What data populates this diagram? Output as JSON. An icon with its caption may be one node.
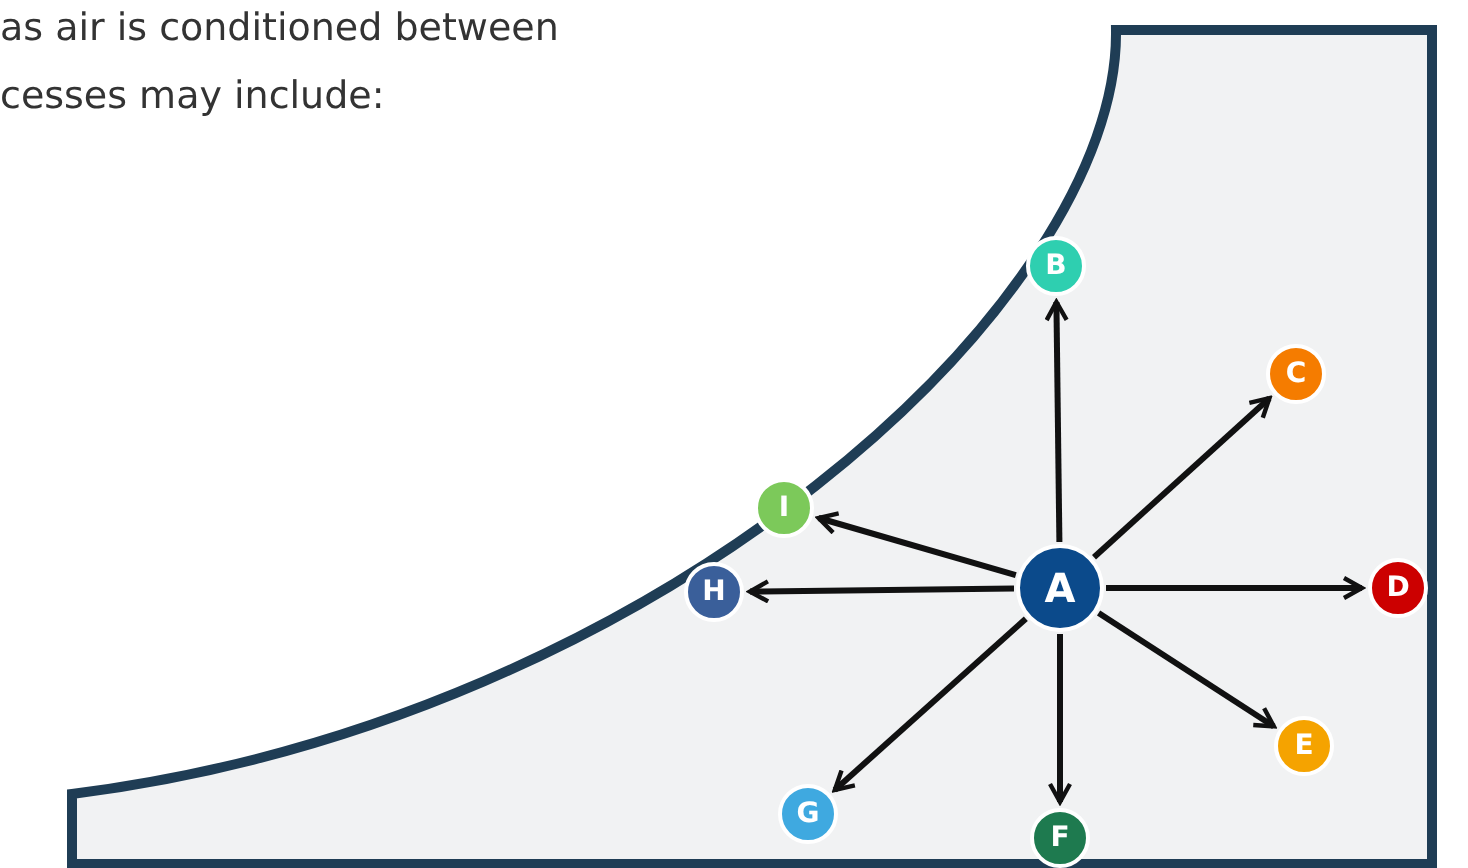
{
  "diagram": {
    "nodes": [
      {
        "text": [
          "A"
        ]
      },
      {
        "text": [
          "B"
        ]
      },
      {
        "text": [
          "C"
        ]
      },
      {
        "text": [
          "D"
        ]
      },
      {
        "text": [
          "E"
        ]
      },
      {
        "text": [
          "F"
        ]
      },
      {
        "text": [
          "G"
        ]
      },
      {
        "text": [
          "H"
        ]
      },
      {
        "text": [
          "I"
        ]
      }
    ],
    "edges": [
      {
        "from": 0,
        "to": 1,
        "arrow": "to"
      },
      {
        "from": 0,
        "to": 2,
        "arrow": "to"
      },
      {
        "from": 0,
        "to": 3,
        "arrow": "to"
      },
      {
        "from": 0,
        "to": 4,
        "arrow": "to"
      },
      {
        "from": 0,
        "to": 5,
        "arrow": "to"
      },
      {
        "from": 0,
        "to": 6,
        "arrow": "to"
      },
      {
        "from": 0,
        "to": 7,
        "arrow": "to"
      },
      {
        "from": 0,
        "to": 8,
        "arrow": "to"
      }
    ],
    "labels": [
      "as air is conditioned between",
      "cesses may include:"
    ]
  }
}
